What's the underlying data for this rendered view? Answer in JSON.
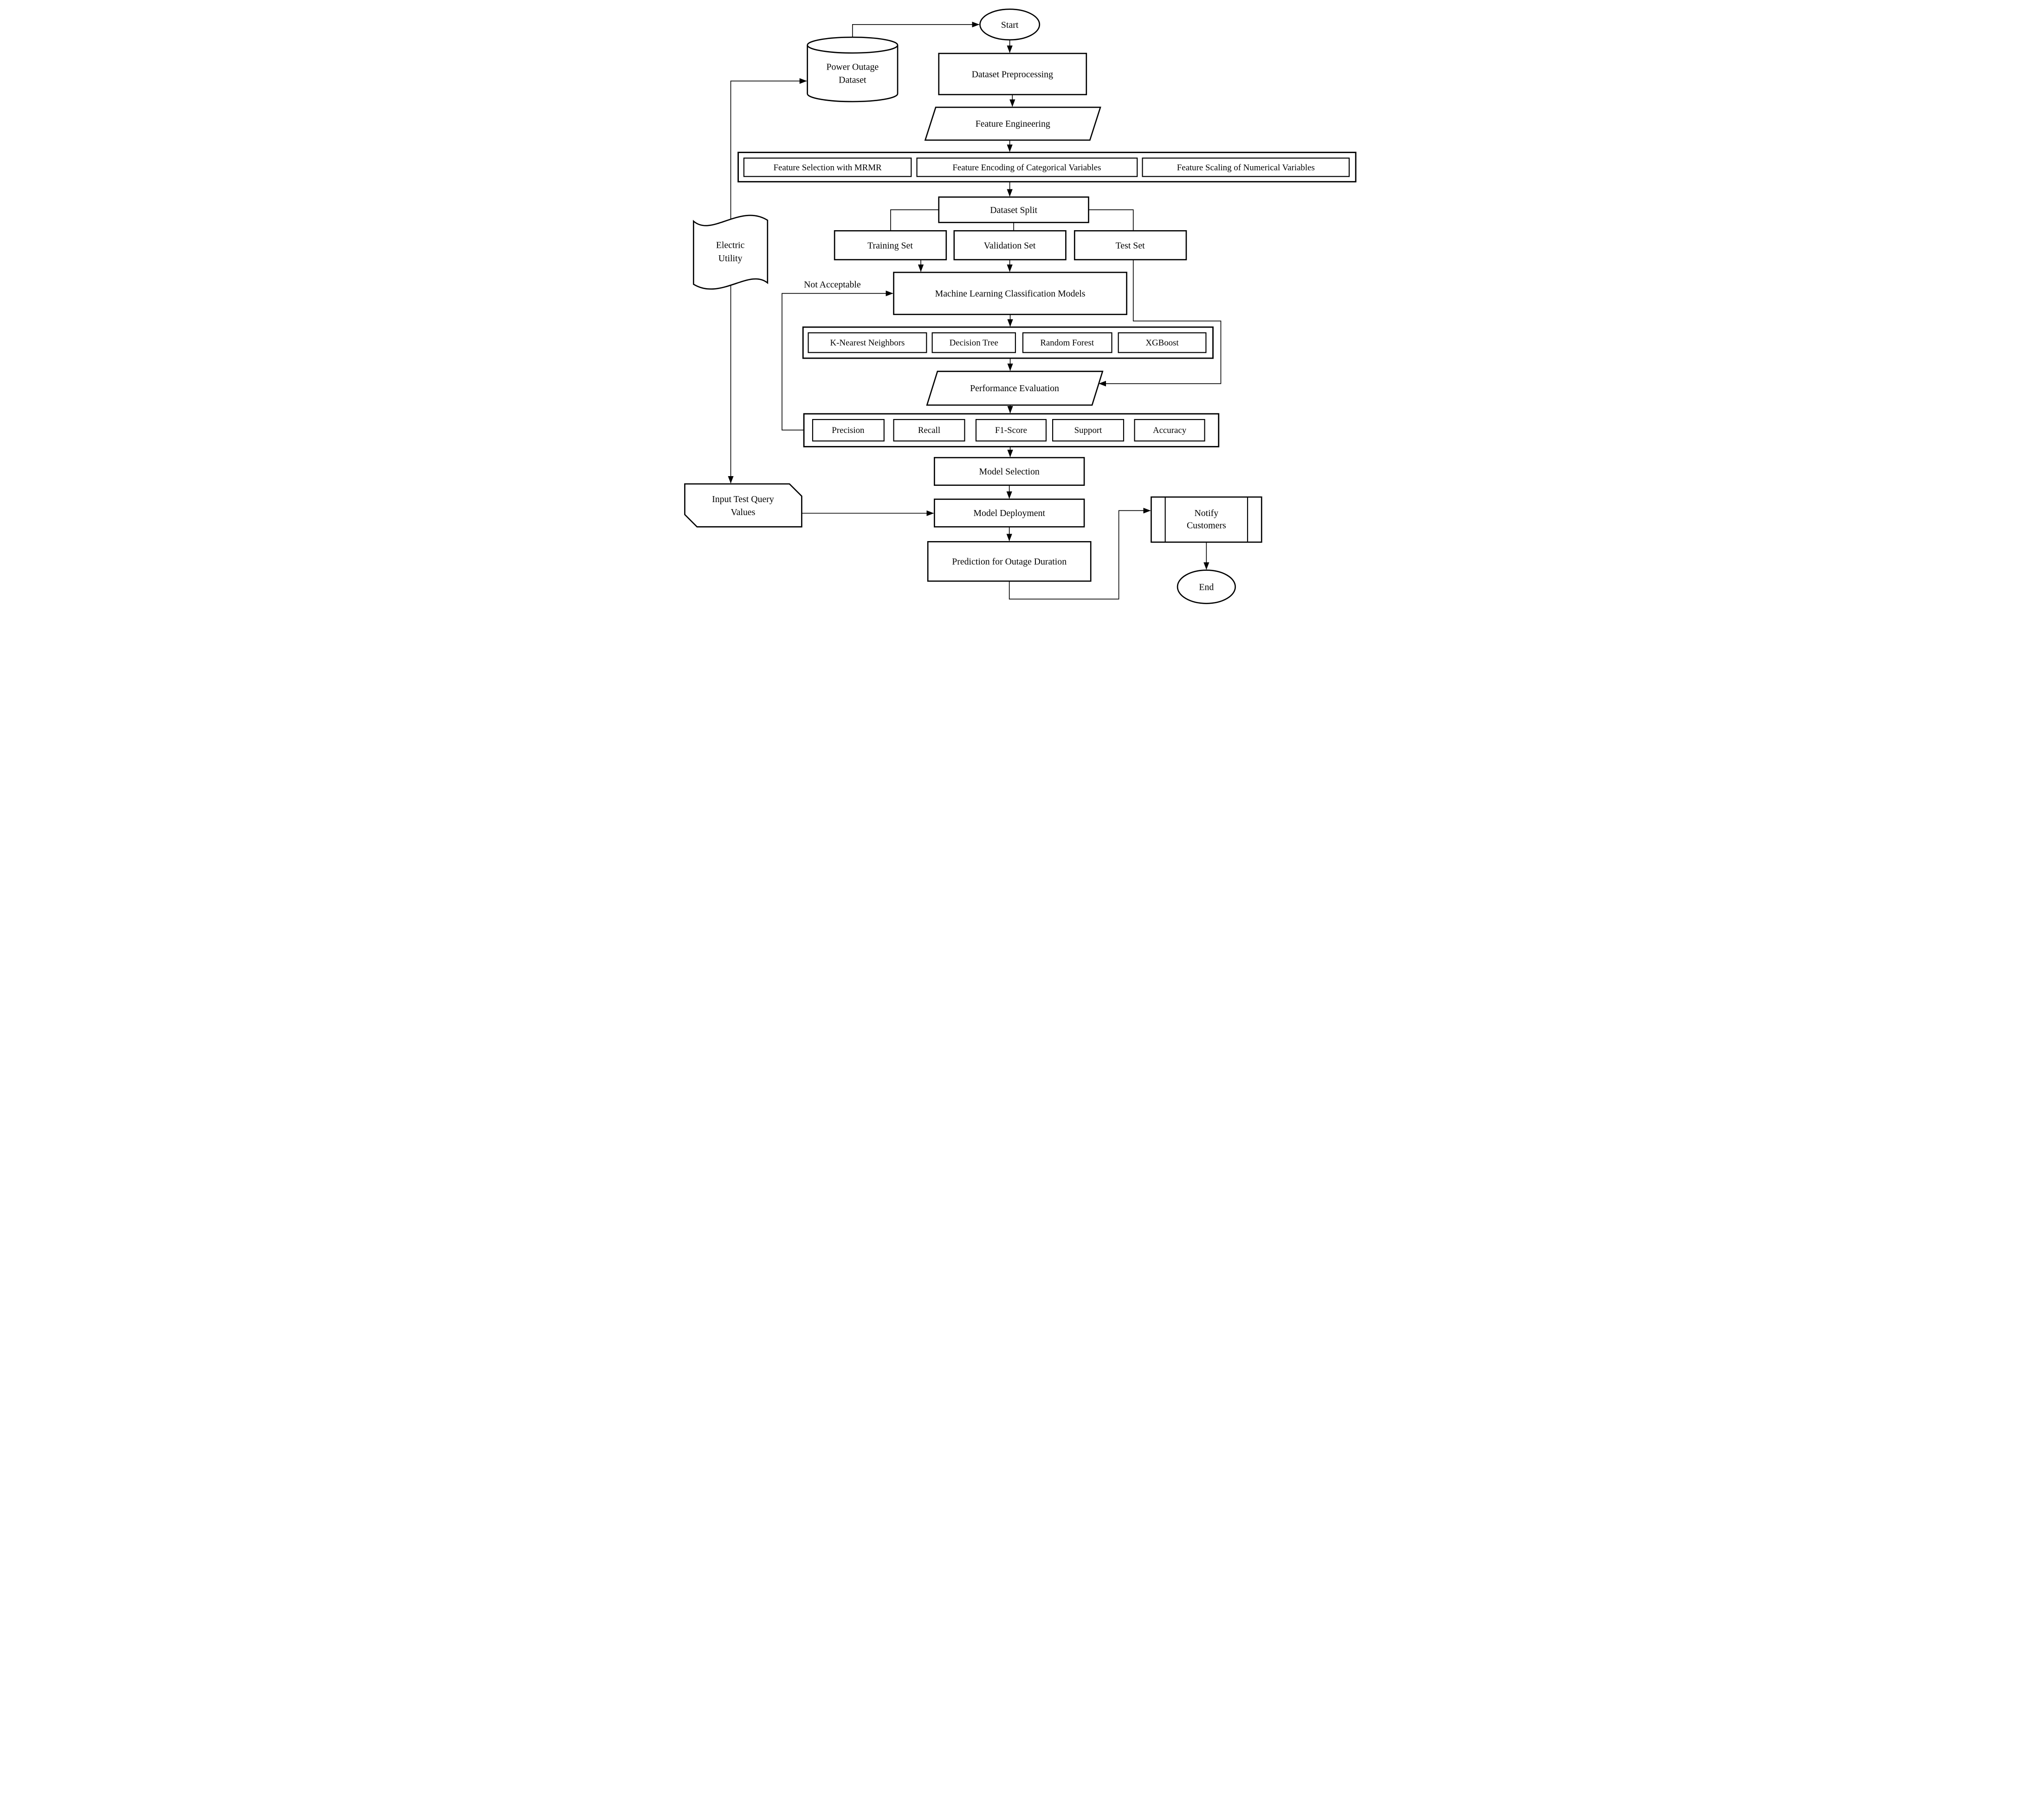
{
  "diagram": {
    "type": "flowchart",
    "colors": {
      "stroke": "#000000",
      "fill": "#ffffff",
      "background": "#ffffff"
    },
    "nodes": {
      "start": "Start",
      "power_outage_dataset": {
        "line1": "Power Outage",
        "line2": "Dataset"
      },
      "dataset_preprocessing": "Dataset Preprocessing",
      "feature_engineering": "Feature Engineering",
      "feature_selection": "Feature Selection with MRMR",
      "feature_encoding": "Feature Encoding of Categorical Variables",
      "feature_scaling": "Feature Scaling of Numerical Variables",
      "dataset_split": "Dataset Split",
      "training_set": "Training Set",
      "validation_set": "Validation Set",
      "test_set": "Test Set",
      "ml_models": "Machine Learning Classification Models",
      "knn": "K-Nearest Neighbors",
      "decision_tree": "Decision Tree",
      "random_forest": "Random Forest",
      "xgboost": "XGBoost",
      "performance_evaluation": "Performance Evaluation",
      "precision": "Precision",
      "recall": "Recall",
      "f1_score": "F1-Score",
      "support": "Support",
      "accuracy": "Accuracy",
      "model_selection": "Model Selection",
      "model_deployment": "Model Deployment",
      "prediction": "Prediction for Outage Duration",
      "notify_customers": {
        "line1": "Notify",
        "line2": "Customers"
      },
      "end": "End",
      "electric_utility": {
        "line1": "Electric",
        "line2": "Utility"
      },
      "input_test_query": {
        "line1": "Input Test Query",
        "line2": "Values"
      }
    },
    "labels": {
      "not_acceptable": "Not Acceptable"
    }
  }
}
